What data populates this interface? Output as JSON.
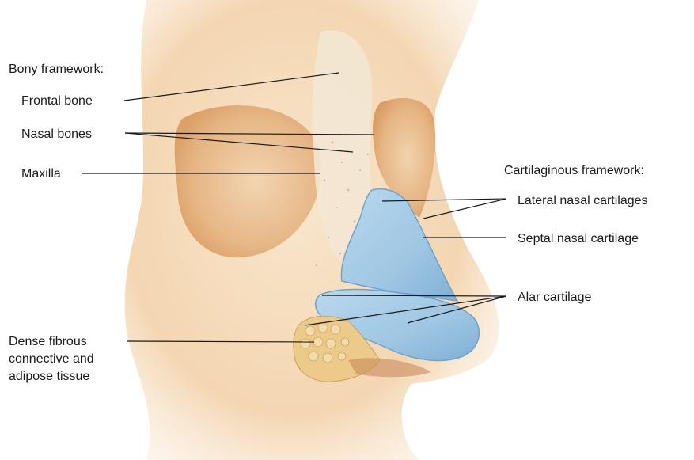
{
  "labels": {
    "bony_framework": "Bony framework:",
    "frontal_bone": "Frontal bone",
    "nasal_bones": "Nasal bones",
    "maxilla": "Maxilla",
    "cartilaginous_framework": "Cartilaginous framework:",
    "lateral_nasal_cartilages": "Lateral nasal cartilages",
    "septal_nasal_cartilage": "Septal nasal cartilage",
    "alar_cartilage": "Alar cartilage",
    "dense_fibrous": [
      "Dense fibrous",
      "connective and",
      "adipose tissue"
    ]
  },
  "colors": {
    "skin": "#f6dcbc",
    "skin_shadow": "#e2a76e",
    "bone": "#f1e6cf",
    "cartilage": "#a9cde6",
    "cartilage_dark": "#6fa3c9",
    "fat": "#e8c27a",
    "leader": "#1a1a1a"
  }
}
